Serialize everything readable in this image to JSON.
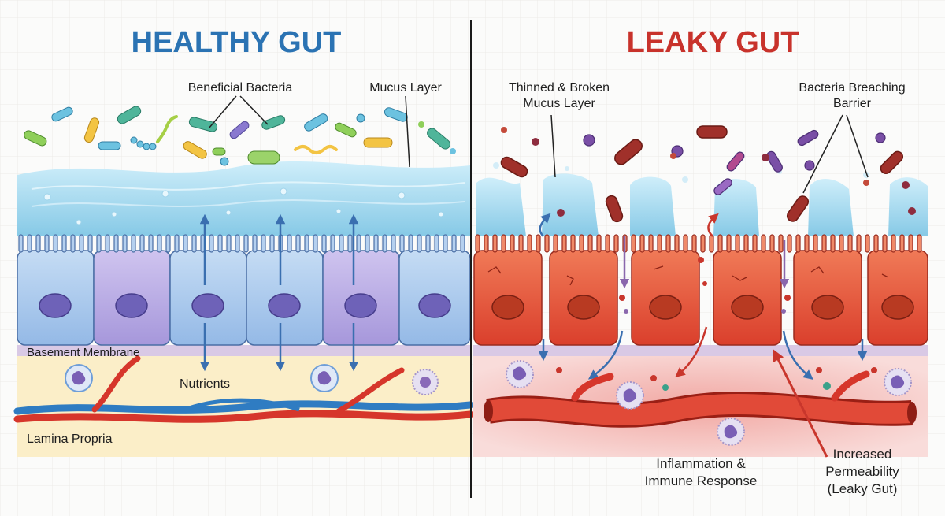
{
  "healthy": {
    "title": "HEALTHY GUT",
    "title_color": "#2b73b3",
    "labels": {
      "beneficial_bacteria": "Beneficial Bacteria",
      "mucus_layer": "Mucus Layer",
      "basement_membrane": "Basement Membrane",
      "nutrients": "Nutrients",
      "lamina_propria": "Lamina Propria"
    }
  },
  "leaky": {
    "title": "LEAKY GUT",
    "title_color": "#c8322b",
    "labels": {
      "mucus_line1": "Thinned & Broken",
      "mucus_line2": "Mucus Layer",
      "bacteria_line1": "Bacteria Breaching",
      "bacteria_line2": "Barrier",
      "inflammation_line1": "Inflammation &",
      "inflammation_line2": "Immune Response",
      "permeability_line1": "Increased",
      "permeability_line2": "Permeability",
      "permeability_line3": "(Leaky Gut)"
    }
  },
  "colors": {
    "mucus": "#8fd0ea",
    "healthy_cell": "#a9c8ec",
    "healthy_cell_alt": "#b7a8e0",
    "leaky_cell": "#e8553a",
    "basement": "#d7c7e3",
    "lamina_healthy": "#fbeec8",
    "lamina_leaky": "#f6d5d3",
    "artery": "#d6362b",
    "vein": "#2f7cc2"
  }
}
